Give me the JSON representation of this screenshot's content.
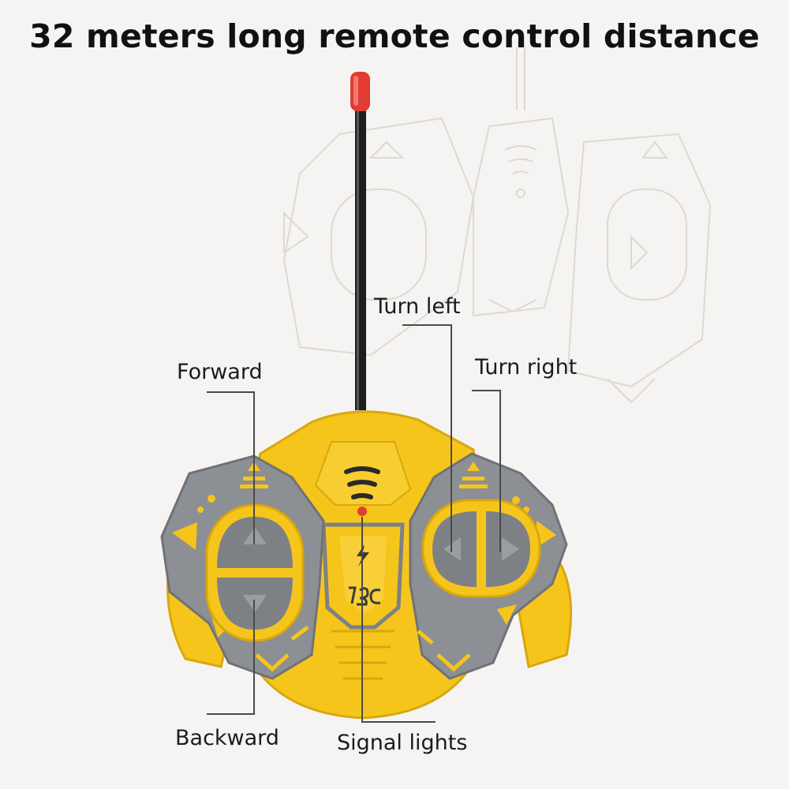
{
  "headline": "32 meters long remote control distance",
  "labels": {
    "turn_left": "Turn left",
    "turn_right": "Turn right",
    "forward": "Forward",
    "backward": "Backward",
    "signal_lights": "Signal lights"
  },
  "colors": {
    "body_yellow": "#f6c51c",
    "body_yellow_dark": "#d9a70e",
    "panel_gray": "#8c8f93",
    "button_gray": "#7d8186",
    "antenna_tip": "#e23b32",
    "antenna_rod": "#1e1e1e",
    "sketch_line": "#d9d6d2"
  },
  "icons": [
    "antenna-icon",
    "signal-waves-icon",
    "signal-light-icon",
    "lightning-icon",
    "rc-logo-icon",
    "up-arrow-icon",
    "down-arrow-icon",
    "left-arrow-icon",
    "right-arrow-icon"
  ]
}
